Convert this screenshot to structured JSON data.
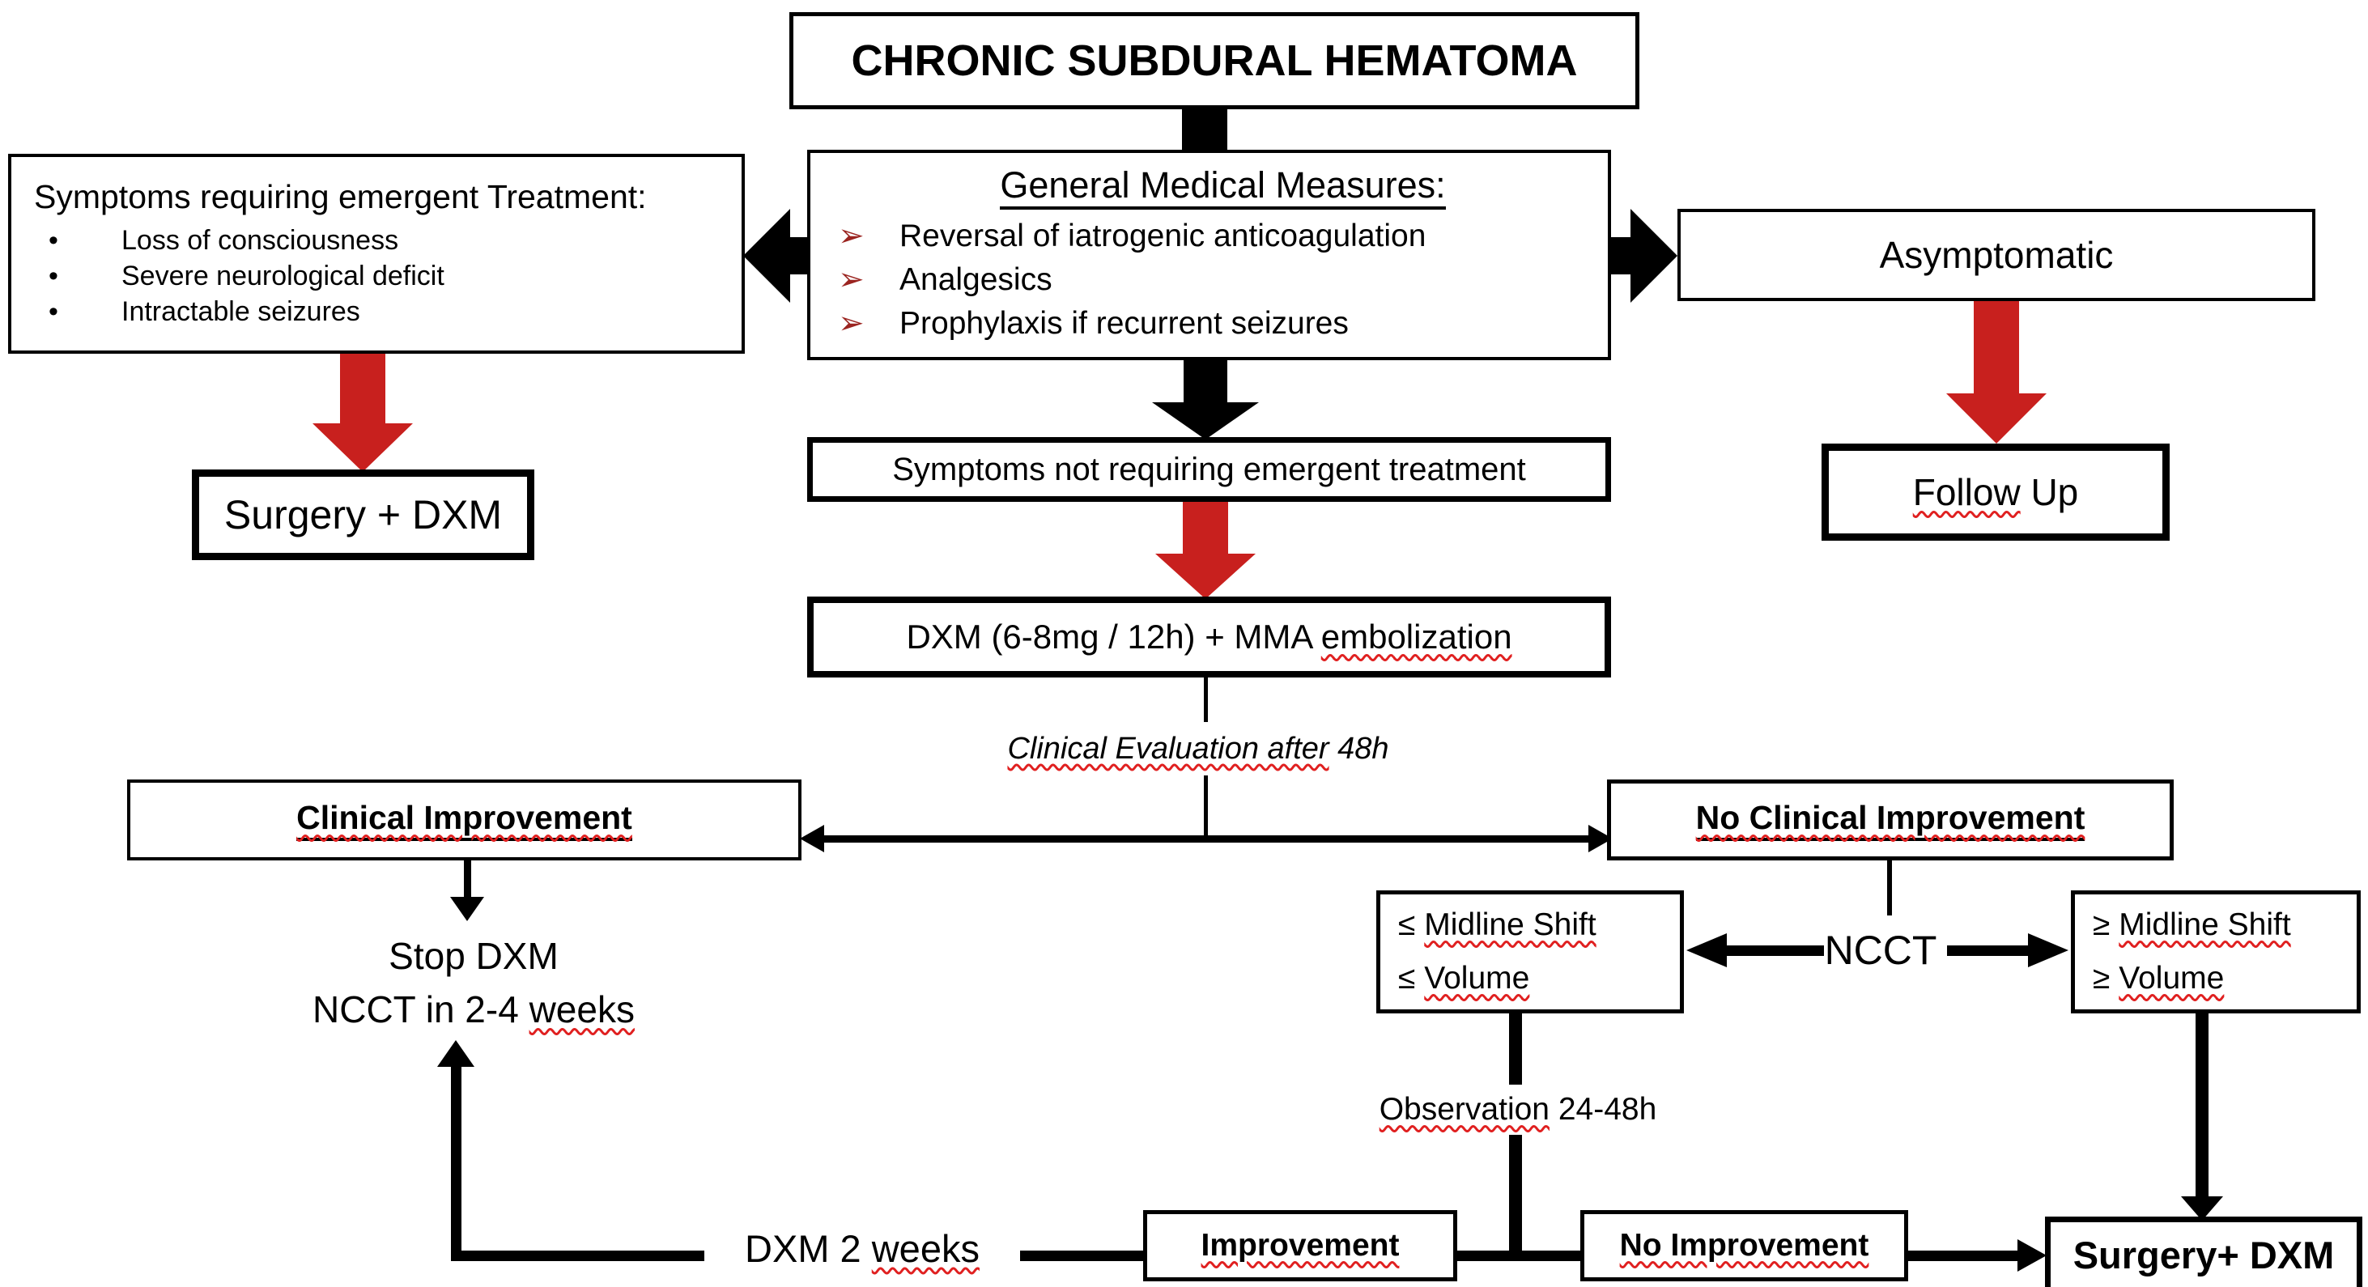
{
  "palette": {
    "arrow_red": "#c8201e",
    "wavy_underline_red": "#e02020",
    "chevron_red": "#9b2420",
    "line_black": "#000000",
    "box_background": "#ffffff"
  },
  "icons": {
    "bullet": "•",
    "chevron": "➢"
  },
  "nodes": {
    "title": "CHRONIC SUBDURAL HEMATOMA",
    "emergent": {
      "title": "Symptoms requiring emergent Treatment:",
      "bullets": [
        "Loss of consciousness",
        "Severe neurological deficit",
        "Intractable seizures"
      ]
    },
    "general_measures": {
      "title": "General Medical Measures:",
      "bullets": [
        "Reversal of iatrogenic anticoagulation",
        "Analgesics",
        "Prophylaxis if recurrent seizures"
      ]
    },
    "asymptomatic": "Asymptomatic",
    "surgery_dxm_left": "Surgery + DXM",
    "follow_up": {
      "wavy": "Follow",
      "rest": " Up"
    },
    "not_emergent": "Symptoms not requiring emergent treatment",
    "dxm_mma": {
      "pre": "DXM (6-8mg / 12h) + MMA ",
      "wavy": "embolization"
    },
    "clinical_eval": {
      "wavy": "Clinical Evaluation after",
      "rest": " 48h"
    },
    "clinical_improvement": "Clinical Improvement",
    "no_clinical_improvement": "No Clinical Improvement",
    "stop_dxm": {
      "line1": "Stop DXM",
      "line2_pre": "NCCT in 2-4 ",
      "line2_wavy": "weeks"
    },
    "ncct": "NCCT",
    "midline_low": {
      "l1_pre": "≤ ",
      "l1_wavy": "Midline Shift",
      "l2_pre": "≤ ",
      "l2_wavy": "Volume"
    },
    "midline_high": {
      "l1_pre": "≥ ",
      "l1_wavy": "Midline Shift",
      "l2_pre": "≥ ",
      "l2_wavy": "Volume"
    },
    "observation": {
      "wavy": "Observation",
      "rest": " 24-48h"
    },
    "dxm_two_weeks": {
      "pre": "DXM 2 ",
      "wavy": "weeks"
    },
    "improvement": "Improvement",
    "no_improvement": "No Improvement",
    "surgery_dxm_right": "Surgery+ DXM"
  }
}
